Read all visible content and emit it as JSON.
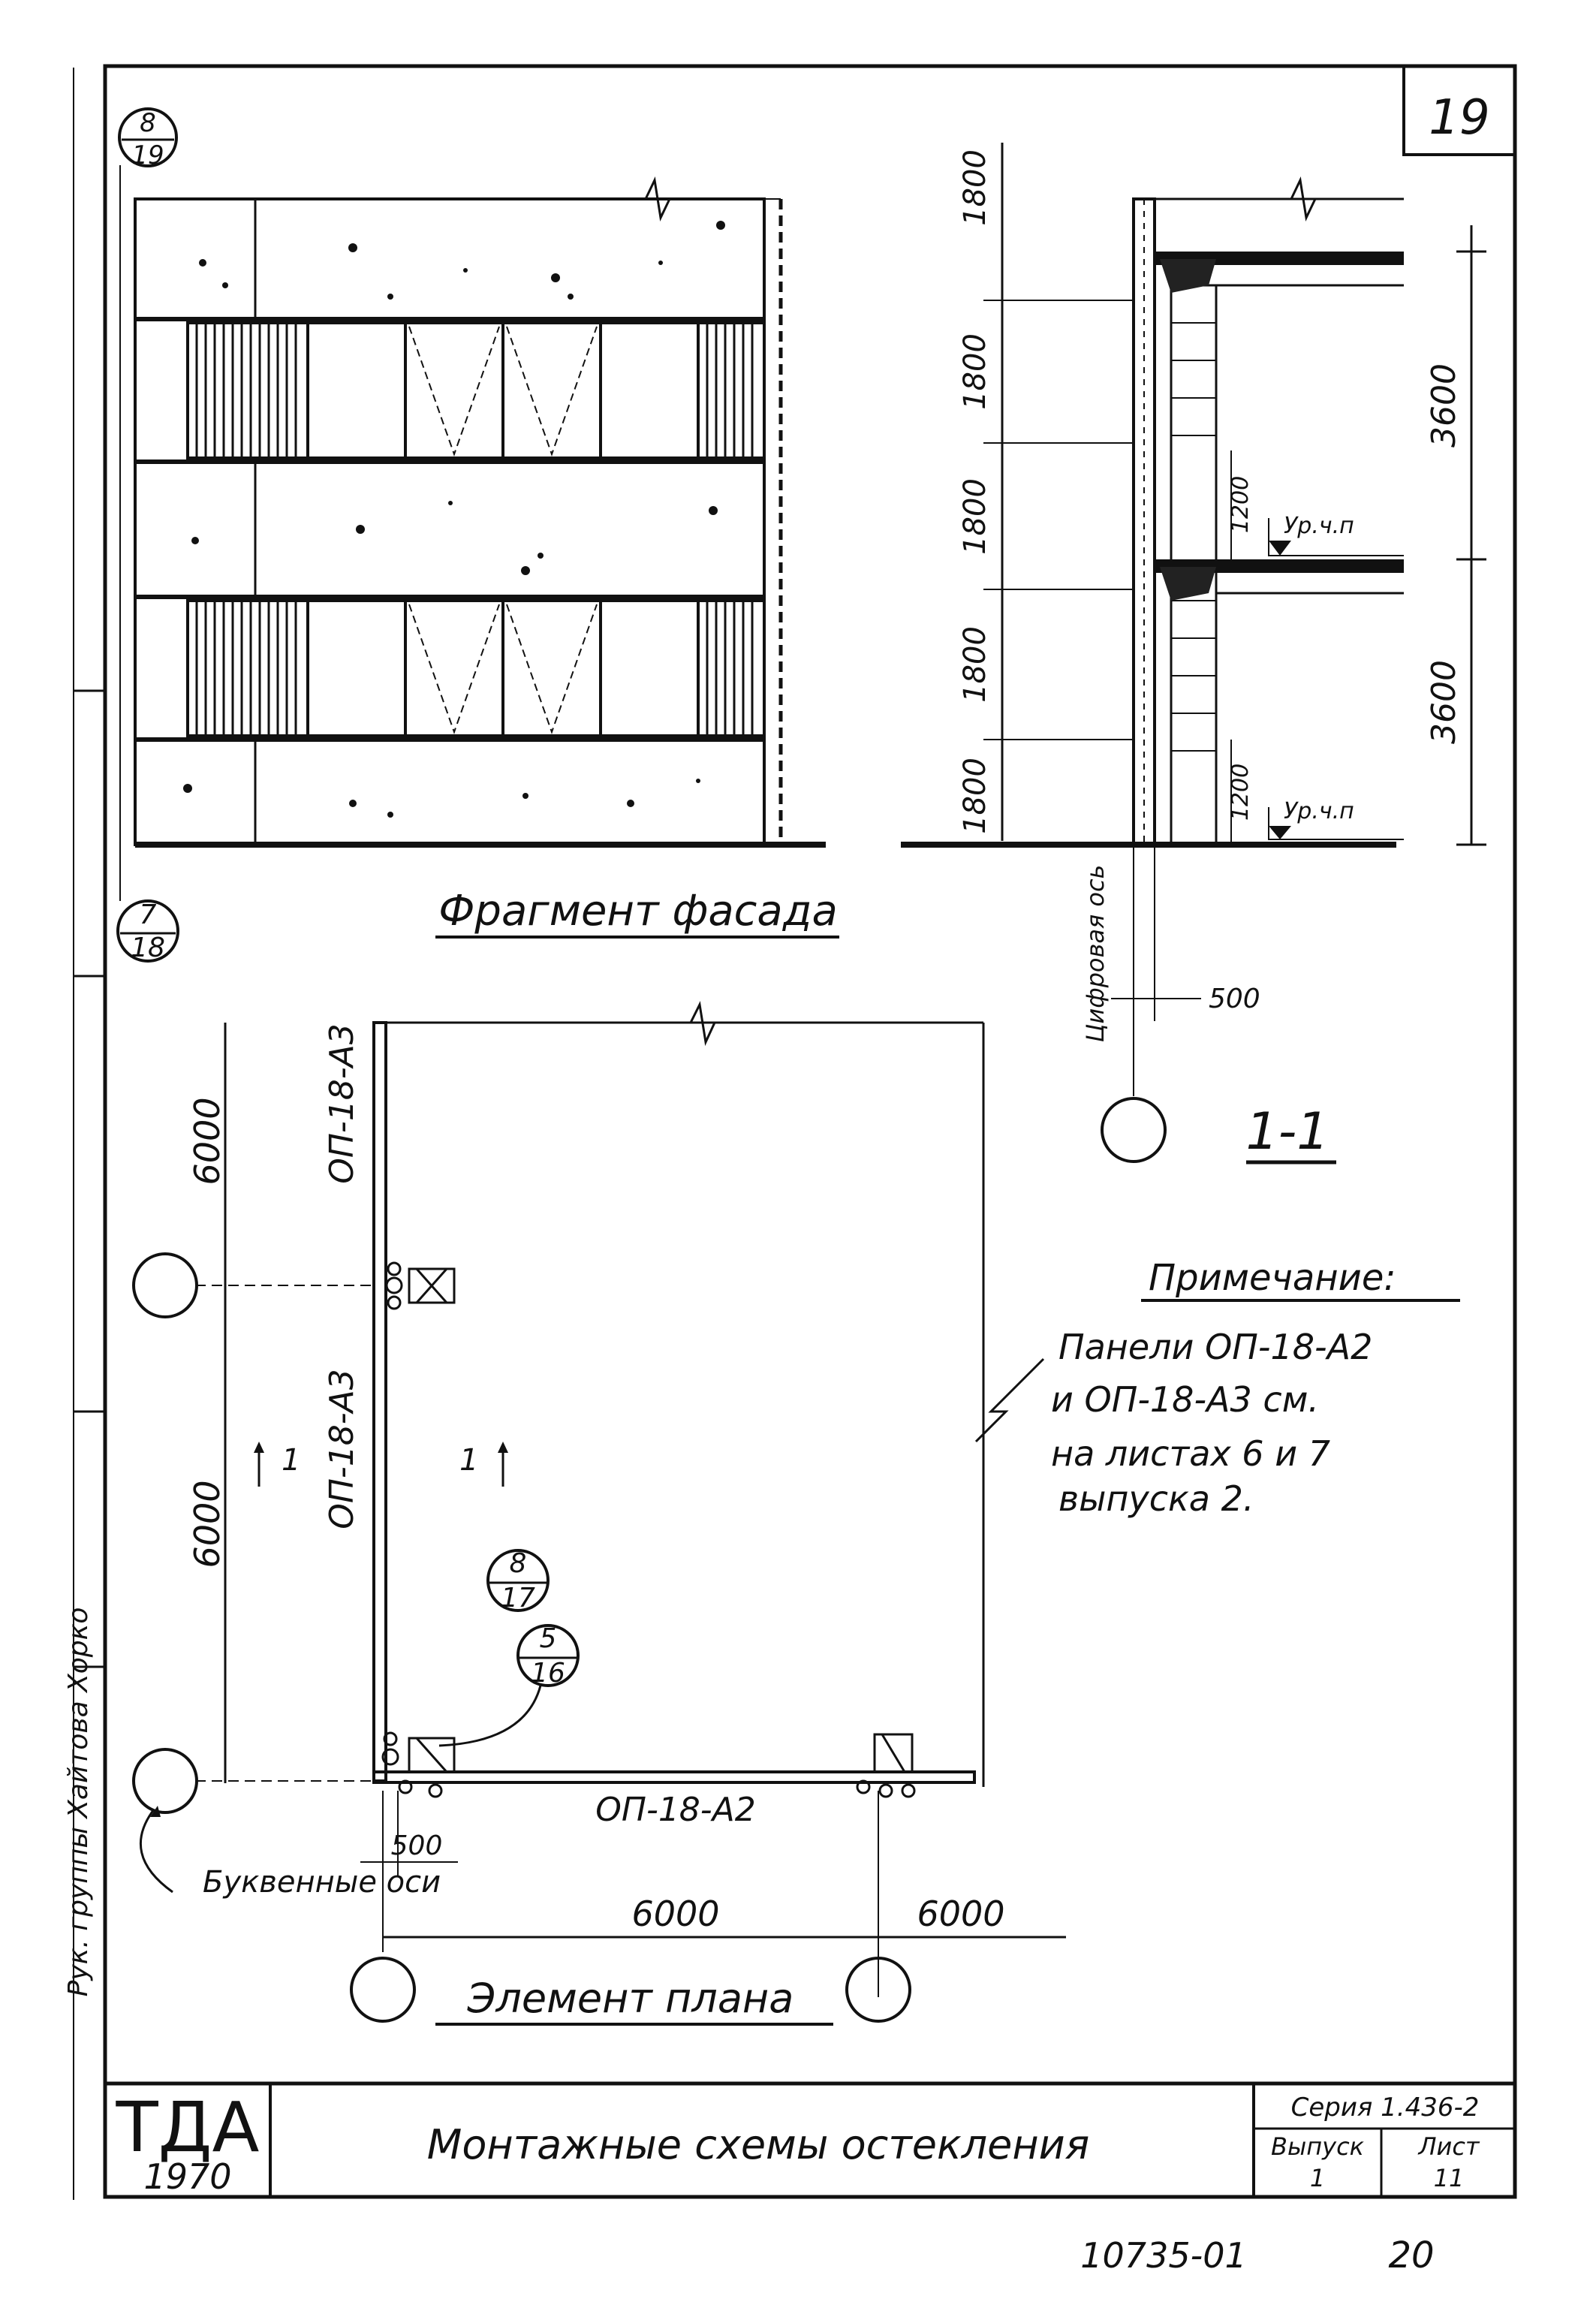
{
  "sheet": {
    "sheet_number": "19",
    "bottom_code": "10735-01",
    "bottom_page": "20"
  },
  "facade": {
    "title": "Фрагмент фасада",
    "callout_top": {
      "num": "8",
      "den": "19"
    },
    "callout_side": {
      "num": "7",
      "den": "18"
    }
  },
  "section": {
    "title": "1-1",
    "dims_left": [
      "1800",
      "1800",
      "1800",
      "1800",
      "1800"
    ],
    "dims_right": [
      "3600",
      "3600"
    ],
    "dims_inner": [
      "1200",
      "1200"
    ],
    "level_label": "Ур.ч.п",
    "axis_label": "Цифровая ось",
    "offset_500": "500"
  },
  "plan": {
    "title": "Элемент плана",
    "panel_vertical_top": "ОП-18-А3",
    "panel_vertical_bottom": "ОП-18-А3",
    "panel_horizontal": "ОП-18-А2",
    "dims_vertical": [
      "6000",
      "6000"
    ],
    "dim_500": "500",
    "dims_horizontal": [
      "6000",
      "6000"
    ],
    "section_mark": "1",
    "callout_a": {
      "num": "8",
      "den": "17"
    },
    "callout_b": {
      "num": "5",
      "den": "16"
    },
    "axis_note": "Буквенные оси"
  },
  "note": {
    "heading": "Примечание:",
    "lines": [
      "Панели ОП-18-А2",
      "и ОП-18-А3 см.",
      "на листах 6 и 7",
      "выпуска 2."
    ]
  },
  "title_block": {
    "org": "ТДА",
    "year": "1970",
    "drawing_title": "Монтажные схемы остекления",
    "series": "Серия 1.436-2",
    "issue_label": "Выпуск",
    "issue_value": "1",
    "sheet_label": "Лист",
    "sheet_value": "11"
  },
  "margin_stamp": "Рук. группы Хайтова Хорко"
}
